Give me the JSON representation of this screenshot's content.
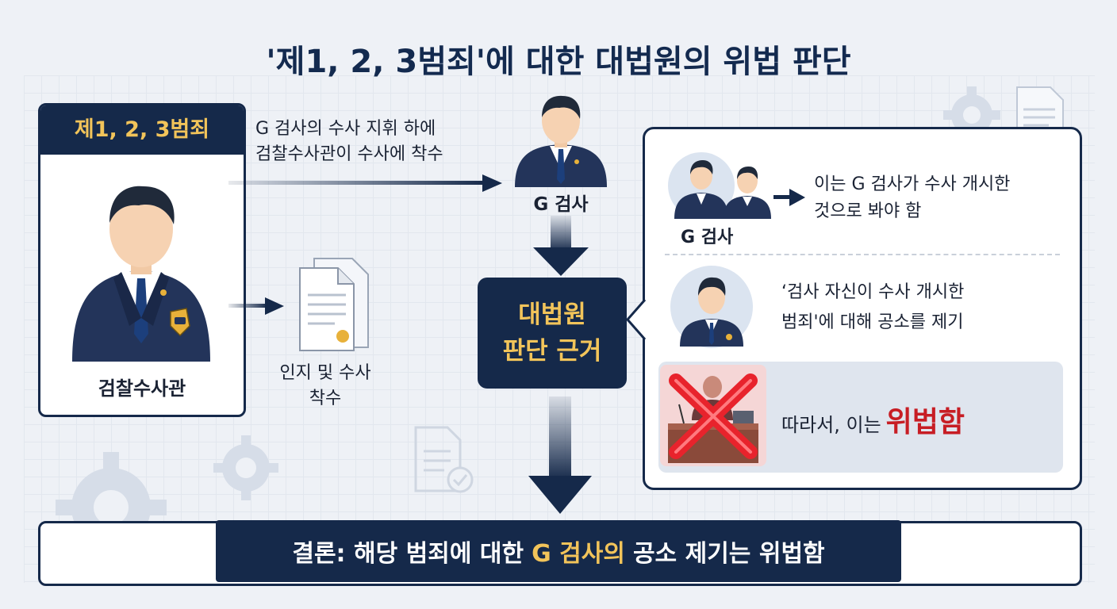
{
  "title": "'제1, 2, 3범죄'에 대한 대법원의 위법 판단",
  "left_card": {
    "heading": "제1, 2, 3범죄",
    "person_label": "검찰수사관"
  },
  "flow": {
    "top_arrow_text_1": "G 검사의 수사 지휘 하에",
    "top_arrow_text_2": "검찰수사관이 수사에 착수",
    "doc_label_1": "인지 및 수사",
    "doc_label_2": "착수",
    "prosecutor_label": "G 검사",
    "judgment_box_1": "대법원",
    "judgment_box_2": "판단 근거"
  },
  "right_panel": {
    "group_label": "G 검사",
    "point1_line1": "이는 G 검사가 수사 개시한",
    "point1_line2": "것으로 봐야 함",
    "point2_line1": "‘검사 자신이 수사 개시한",
    "point2_line2": "범죄'에 대해 공소를 제기",
    "illegal_prefix": "따라서, 이는",
    "illegal_strong": "위법함"
  },
  "conclusion": {
    "prefix": "결론: 해당 범죄에 대한",
    "highlight": "G 검사의",
    "suffix": "공소 제기는 위법함"
  },
  "colors": {
    "navy": "#15294a",
    "gold": "#f2c45a",
    "red": "#c71d24"
  }
}
